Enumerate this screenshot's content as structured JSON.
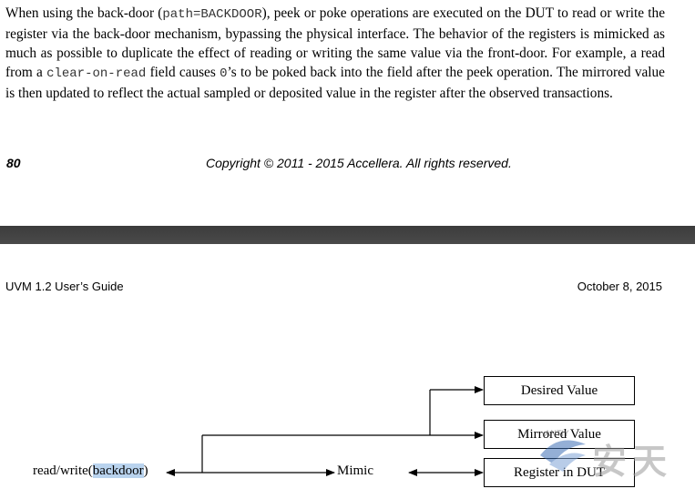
{
  "paragraph": {
    "t1": "When using the back-door (",
    "code1": "path=BACKDOOR",
    "t2": "), peek or poke operations are executed on the DUT to read or write the register via the back-door mechanism, bypassing the physical interface. The behavior of the registers is mimicked as much as possible to duplicate the effect of reading or writing the same value via the front-door. For example, a read from a ",
    "code2": "clear-on-read",
    "t3": " field causes ",
    "code3": "0",
    "t4": "’s to be poked back into the field after the peek operation. The mirrored value is then updated to reflect the actual sampled or deposited value in the register after the observed transactions."
  },
  "footer": {
    "page_number": "80",
    "copyright": "Copyright © 2011 - 2015 Accellera. All rights reserved."
  },
  "header": {
    "title": "UVM 1.2 User’s Guide",
    "date": "October 8, 2015"
  },
  "diagram": {
    "source_prefix": "read/write(",
    "source_highlight": "backdoor",
    "source_suffix": ")",
    "mimic": "Mimic",
    "boxes": {
      "desired": "Desired Value",
      "mirrored": "Mirrored Value",
      "register": "Register in DUT"
    }
  },
  "watermark": {
    "text": "安天",
    "small": "ANTIY"
  }
}
